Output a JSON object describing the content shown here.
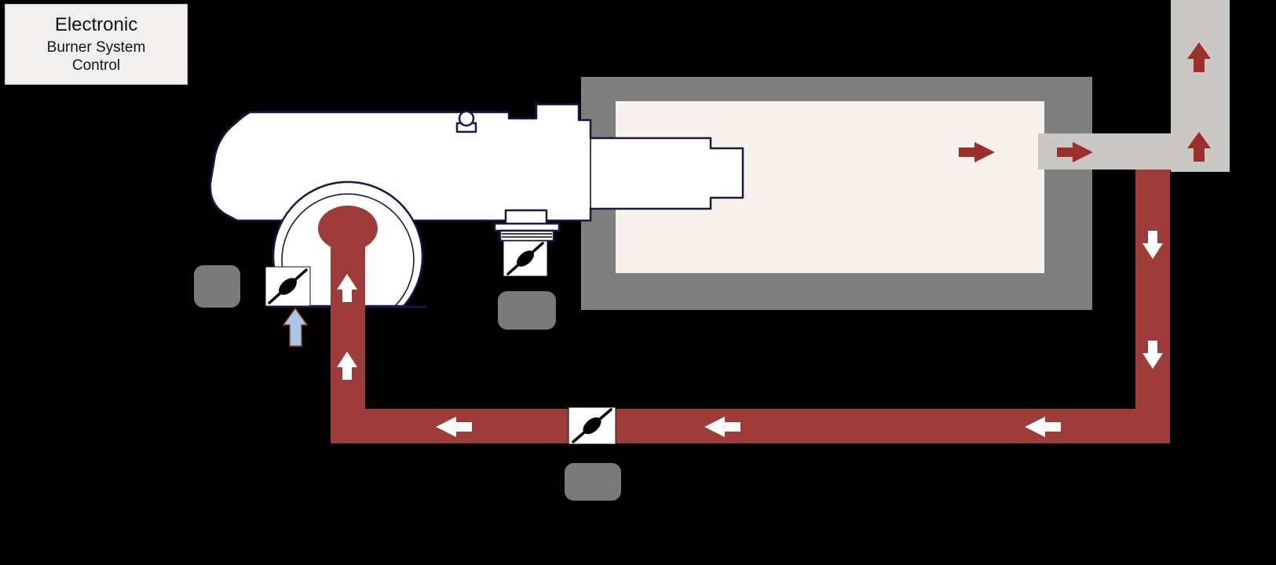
{
  "title_box": {
    "line1": "Electronic",
    "line2": "Burner System",
    "line3": "Control"
  },
  "colors": {
    "background": "#000000",
    "title_box_bg": "#f2f0ef",
    "pipe_red": "#9d3c38",
    "dark_red_arrow": "#9c2f2a",
    "white_arrow": "#ffffff",
    "air_arrow_blue": "#a9c7e8",
    "furnace_frame": "#7f7f7f",
    "furnace_interior": "#f7f3ec",
    "stack_gray": "#cac8c5",
    "actuator_gray": "#7a7a7a",
    "burner_outline": "#191947",
    "burner_fill": "#ffffff",
    "valve_symbol": "#000000"
  },
  "icons": {
    "butterfly-valve-icon": "black ellipse disc with diagonal stem line in white square",
    "flow-arrow-icon": "white block arrow showing flow direction",
    "hot-gas-arrow-icon": "dark red block arrow",
    "air-inlet-arrow-icon": "light blue block arrow pointing up",
    "actuator-icon": "gray rounded rectangle"
  }
}
